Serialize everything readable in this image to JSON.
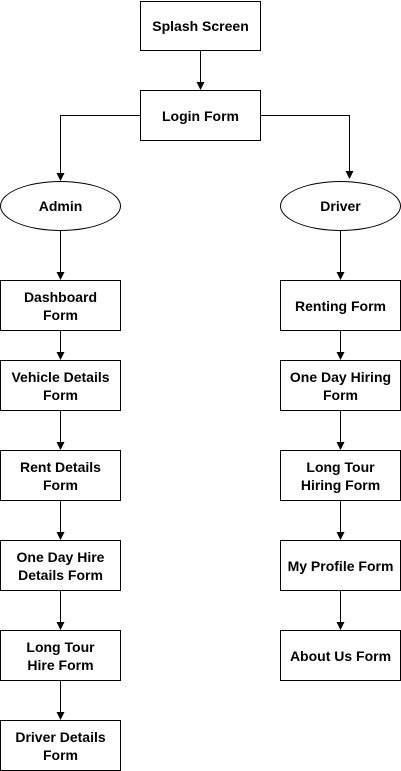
{
  "nodes": {
    "splash": "Splash Screen",
    "login": "Login Form",
    "admin": "Admin",
    "driver": "Driver",
    "dashboard": "Dashboard\nForm",
    "vehicle_details": "Vehicle Details\nForm",
    "rent_details": "Rent Details\nForm",
    "one_day_hire_details": "One Day Hire\nDetails Form",
    "long_tour_hire": "Long Tour\nHire Form",
    "driver_details": "Driver Details\nForm",
    "renting": "Renting Form",
    "one_day_hiring": "One Day Hiring\nForm",
    "long_tour_hiring": "Long Tour\nHiring Form",
    "my_profile": "My Profile Form",
    "about_us": "About Us Form"
  },
  "edges": [
    [
      "splash",
      "login"
    ],
    [
      "login",
      "admin"
    ],
    [
      "login",
      "driver"
    ],
    [
      "admin",
      "dashboard"
    ],
    [
      "dashboard",
      "vehicle_details"
    ],
    [
      "vehicle_details",
      "rent_details"
    ],
    [
      "rent_details",
      "one_day_hire_details"
    ],
    [
      "one_day_hire_details",
      "long_tour_hire"
    ],
    [
      "long_tour_hire",
      "driver_details"
    ],
    [
      "driver",
      "renting"
    ],
    [
      "renting",
      "one_day_hiring"
    ],
    [
      "one_day_hiring",
      "long_tour_hiring"
    ],
    [
      "long_tour_hiring",
      "my_profile"
    ],
    [
      "my_profile",
      "about_us"
    ]
  ]
}
